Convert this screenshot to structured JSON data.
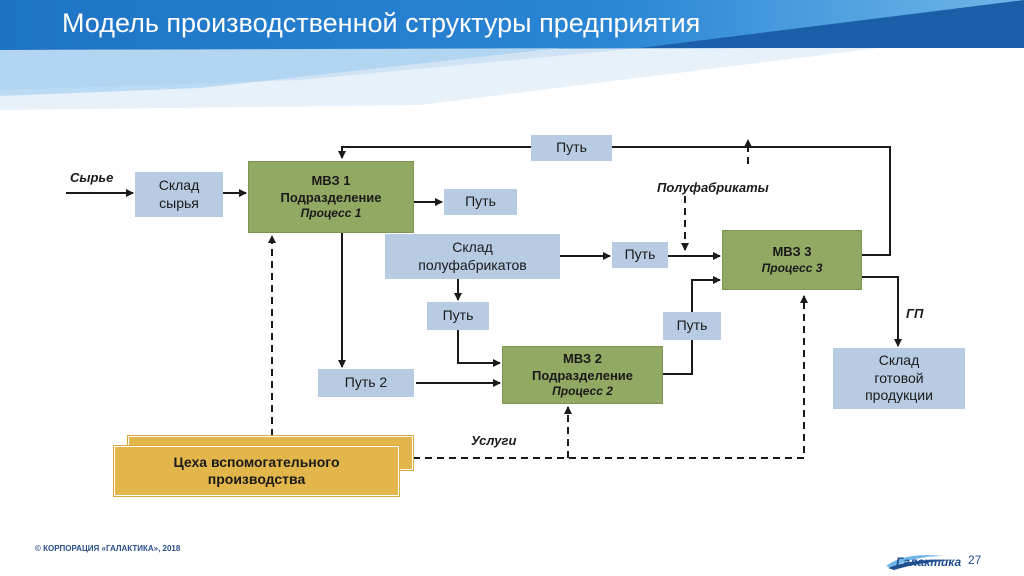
{
  "title": "Модель производственной структуры предприятия",
  "labels": {
    "raw_input": "Сырье",
    "semi_products": "Полуфабрикаты",
    "gp": "ГП",
    "services": "Услуги"
  },
  "nodes": {
    "raw_storage": [
      "Склад",
      "сырья"
    ],
    "mvz1": [
      "МВЗ 1",
      "Подразделение",
      "Процесс 1"
    ],
    "semi_storage": [
      "Склад",
      "полуфабрикатов"
    ],
    "mvz2": [
      "МВЗ 2",
      "Подразделение",
      "Процесс 2"
    ],
    "mvz3": [
      "МВЗ 3",
      "Процесс 3"
    ],
    "finished_storage": [
      "Склад",
      "готовой",
      "продукции"
    ],
    "aux_shops": [
      "Цеха вспомогательного",
      "производства"
    ]
  },
  "paths": {
    "top": "Путь",
    "after_mvz1": "Путь",
    "to_mvz3": "Путь",
    "below_semi": "Путь",
    "right_mvz2": "Путь",
    "path2": "Путь 2"
  },
  "footer": {
    "copyright": "© КОРПОРАЦИЯ «ГАЛАКТИКА», 2018",
    "brand": "Галактика",
    "page": "27"
  },
  "colors": {
    "header_blue": "#1565b8",
    "storage_blue": "#b7cbe3",
    "mvz_green": "#92a964",
    "aux_gold": "#e3b64c",
    "line": "#1a1a1a"
  }
}
